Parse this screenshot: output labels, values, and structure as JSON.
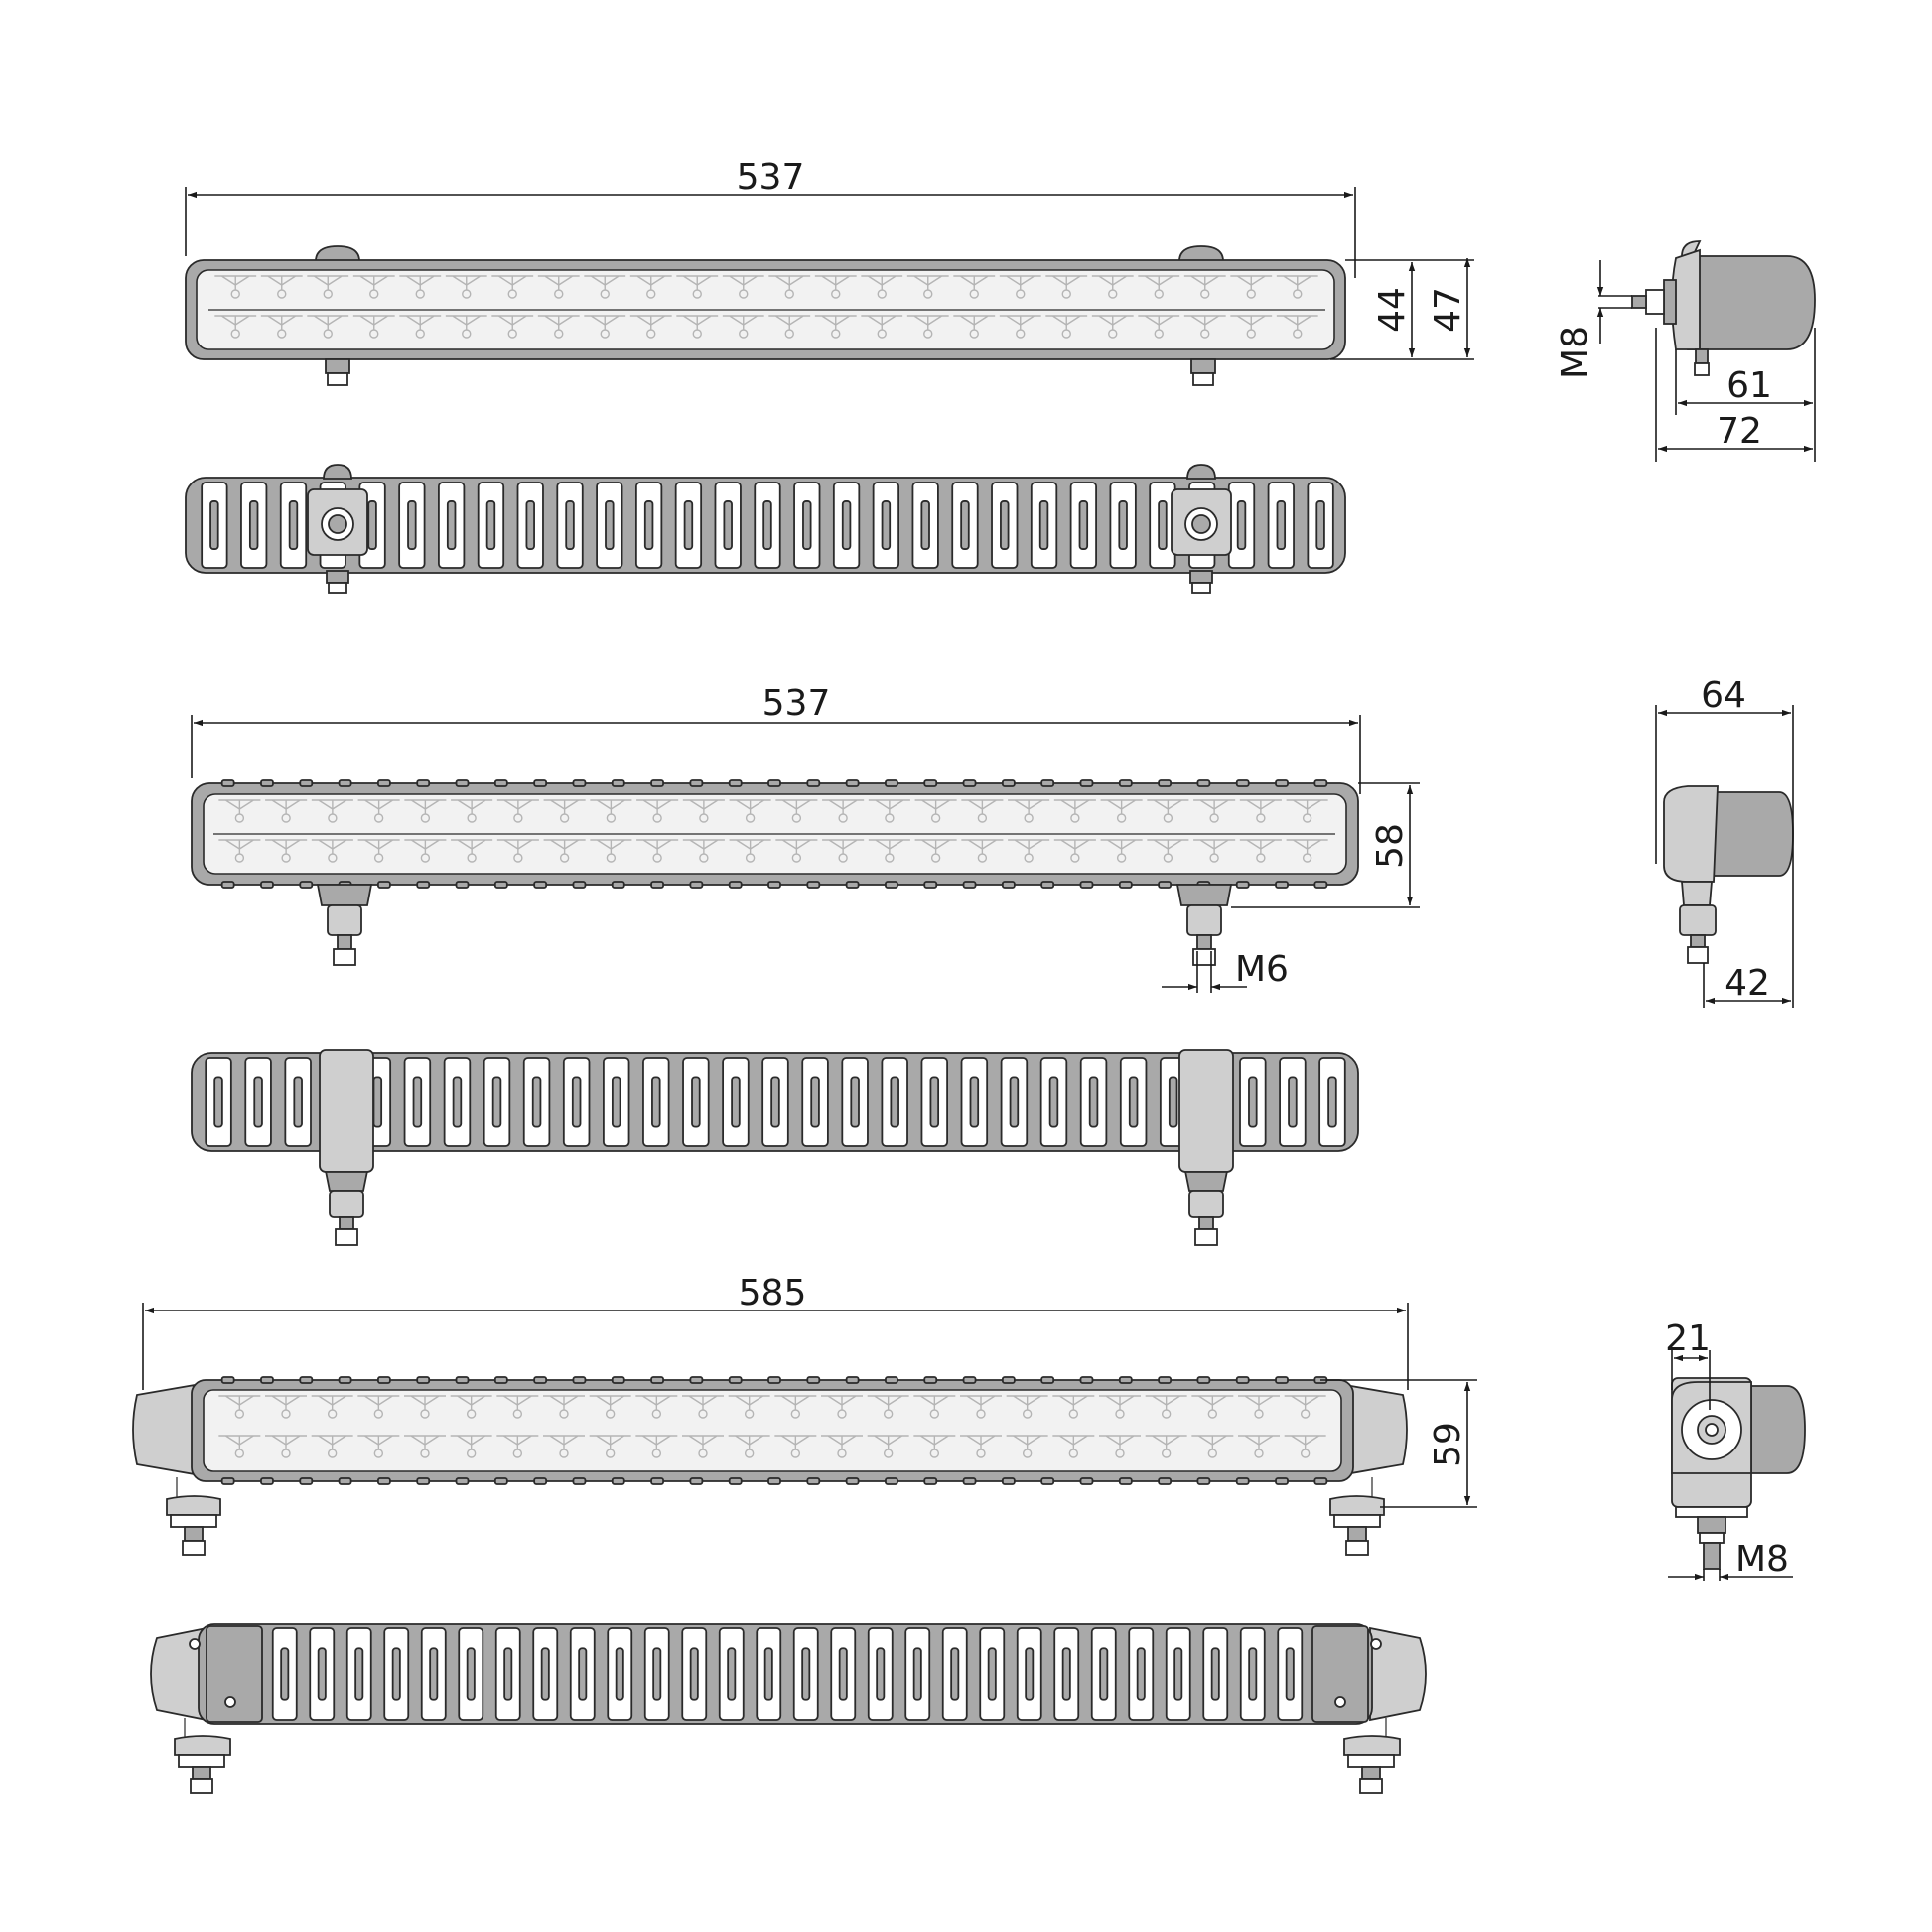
{
  "diagram": {
    "variant_a": {
      "length_label": "537",
      "height_inner_label": "44",
      "height_outer_label": "47",
      "side_thread_label": "M8",
      "side_depth_inner_label": "61",
      "side_depth_outer_label": "72",
      "fin_count": 29,
      "led_count": 24
    },
    "variant_b": {
      "length_label": "537",
      "height_label": "58",
      "thread_label": "M6",
      "side_width_label": "64",
      "side_offset_label": "42",
      "fin_count": 29,
      "led_count": 24
    },
    "variant_c": {
      "length_label": "585",
      "height_label": "59",
      "side_offset_label": "21",
      "side_thread_label": "M8",
      "fin_count": 28,
      "led_count": 24
    }
  },
  "colors": {
    "housing": "#a9a9a9",
    "housing_light": "#cfcfcf",
    "lens": "#f2f2f2",
    "line": "#1a1a1a"
  }
}
